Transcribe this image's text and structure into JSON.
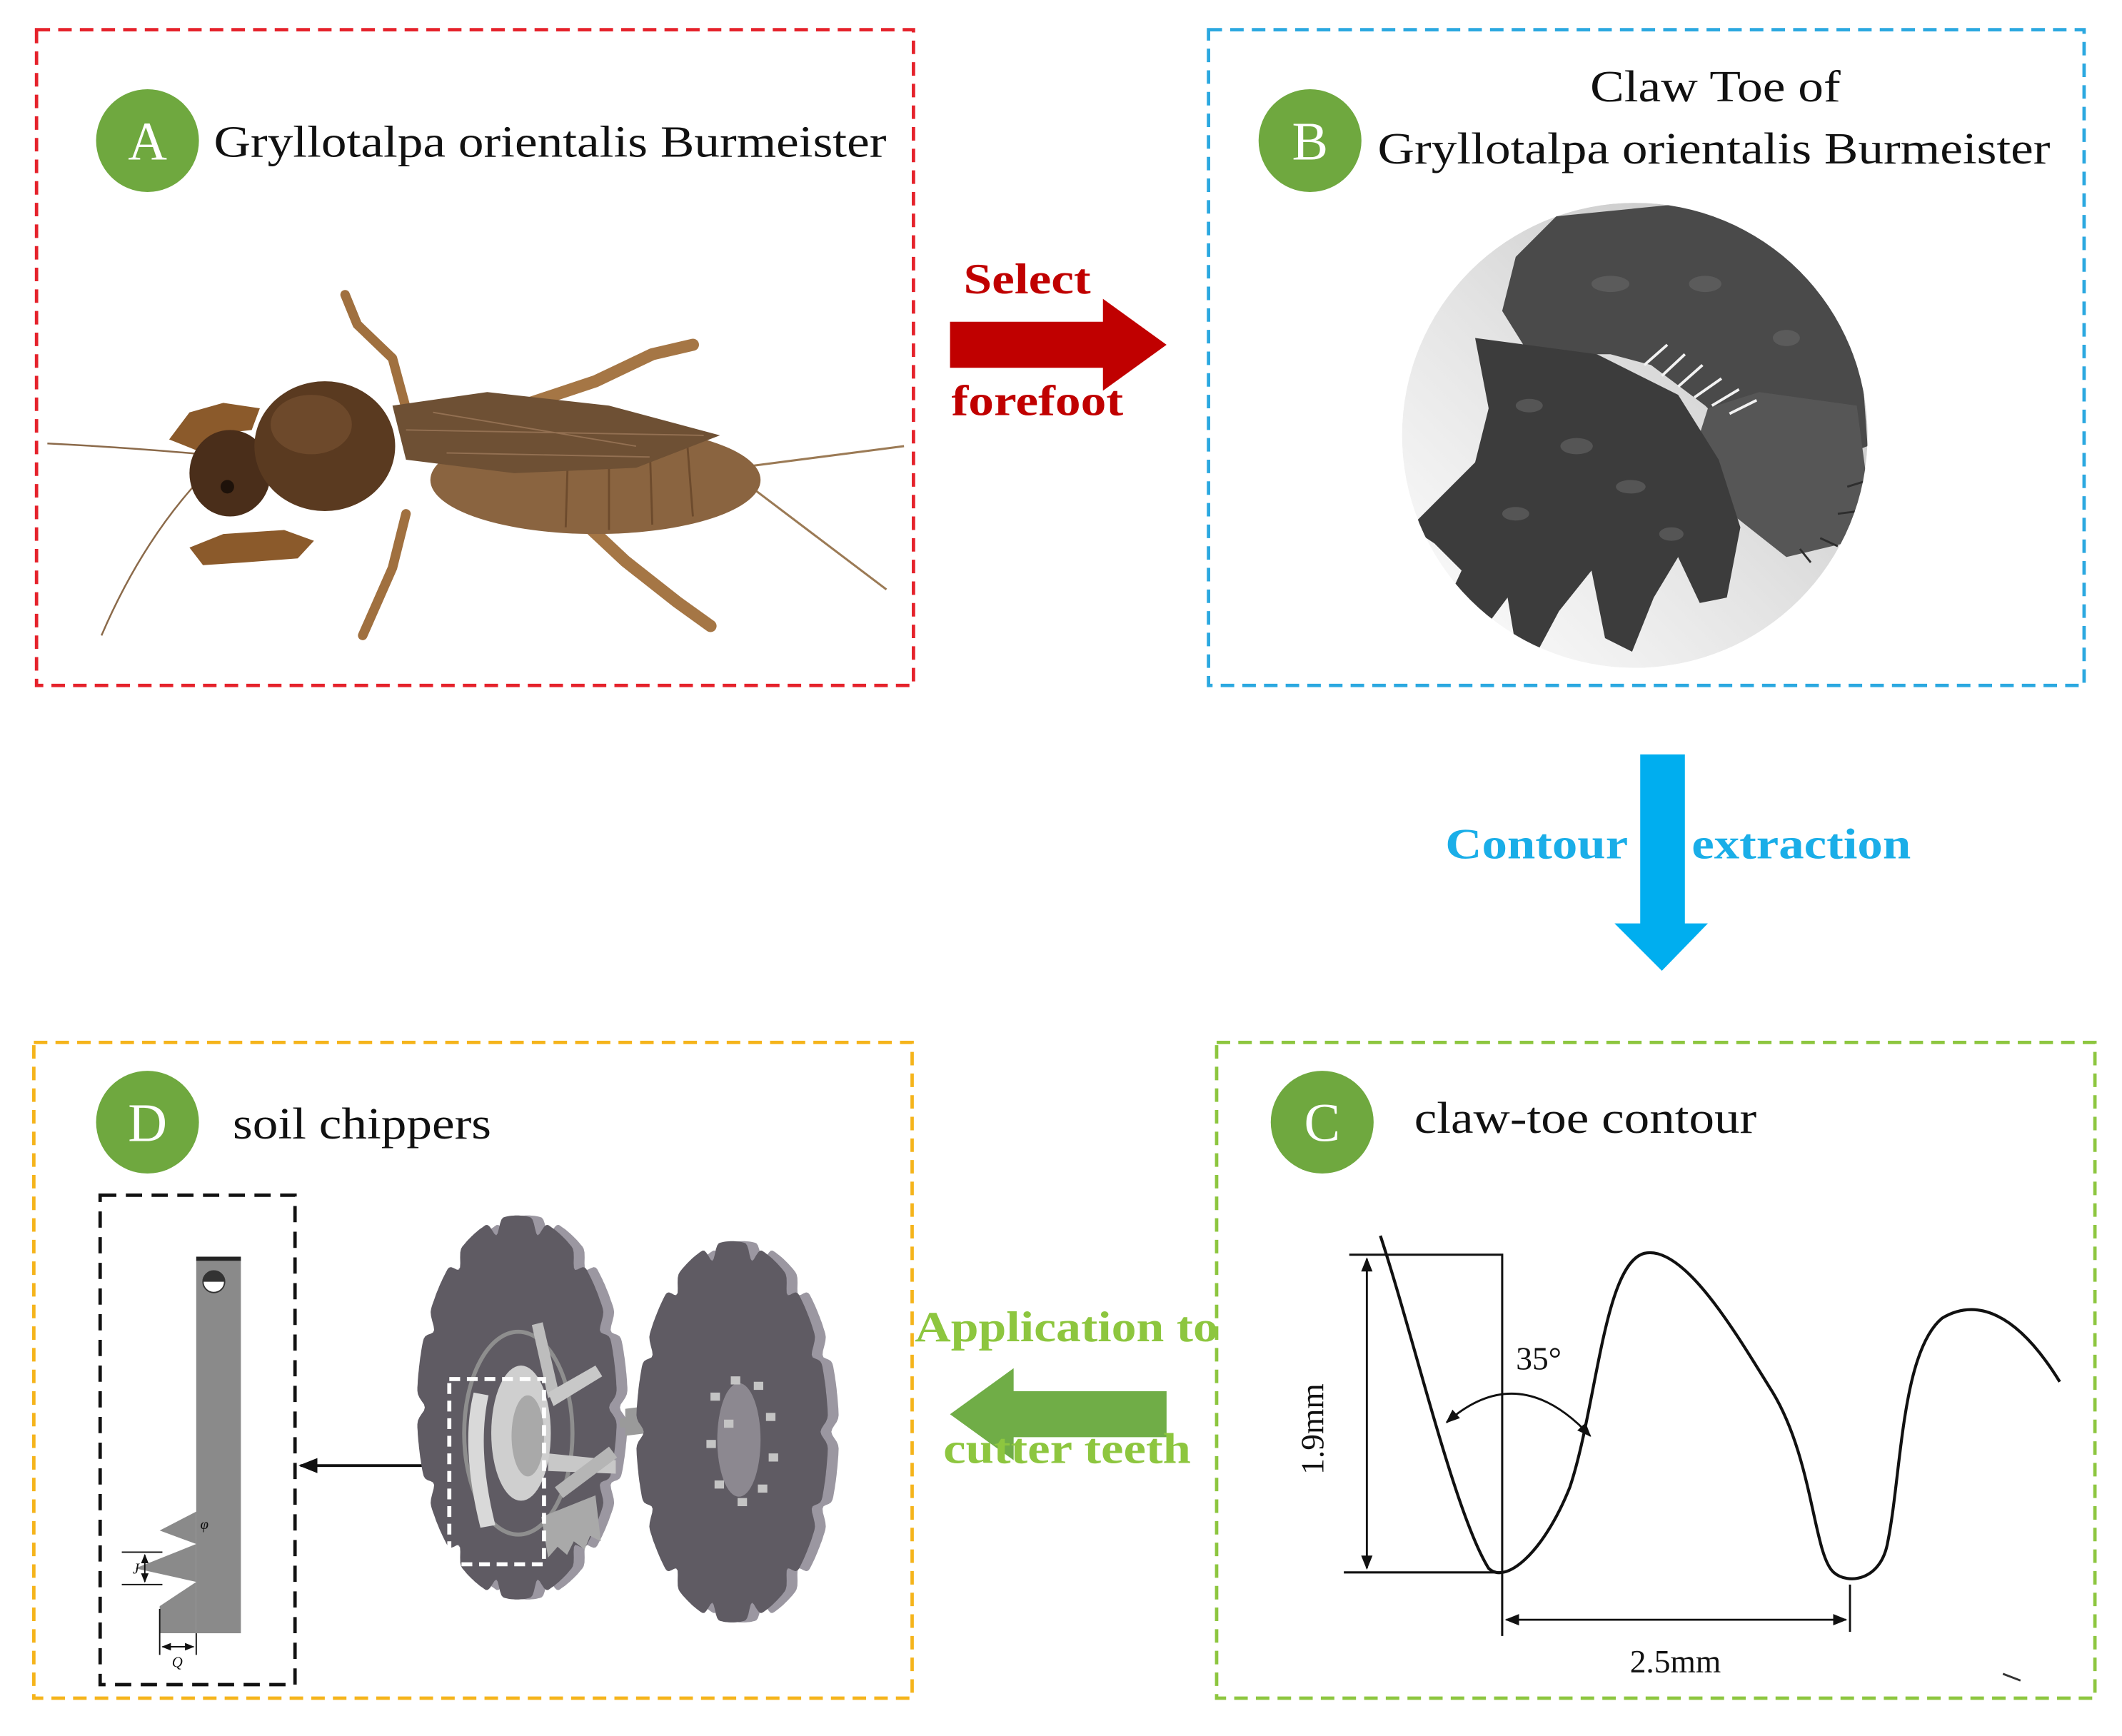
{
  "panels": {
    "a": {
      "letter": "A",
      "title": "Gryllotalpa orientalis Burmeister"
    },
    "b": {
      "letter": "B",
      "title_line1": "Claw Toe of",
      "title_line2": "Gryllotalpa orientalis Burmeister"
    },
    "c": {
      "letter": "C",
      "title": "claw-toe contour"
    },
    "d": {
      "letter": "D",
      "title": "soil chippers"
    }
  },
  "arrows": {
    "select": {
      "line1": "Select",
      "line2": "forefoot"
    },
    "contour": {
      "word1": "Contour",
      "word2": "extraction"
    },
    "application": {
      "line1": "Application to",
      "line2": "cutter teeth"
    }
  },
  "dimensions": {
    "height": "1.9mm",
    "width": "2.5mm",
    "angle": "35°"
  },
  "tool_labels": {
    "tooth_angle": "φ",
    "tooth_pitch": "J",
    "tooth_width": "Q"
  },
  "colors": {
    "panel_a": "#E5222B",
    "panel_b": "#2BA8E0",
    "panel_c": "#8DC63F",
    "panel_d": "#F5B41B",
    "badge": "#6FA83F",
    "select_arrow": "#C00000",
    "select_text": "#C00000",
    "contour_arrow": "#00AEEF",
    "contour_text": "#1AAEE8",
    "application_arrow": "#70AD47",
    "application_text": "#8DC63F"
  }
}
